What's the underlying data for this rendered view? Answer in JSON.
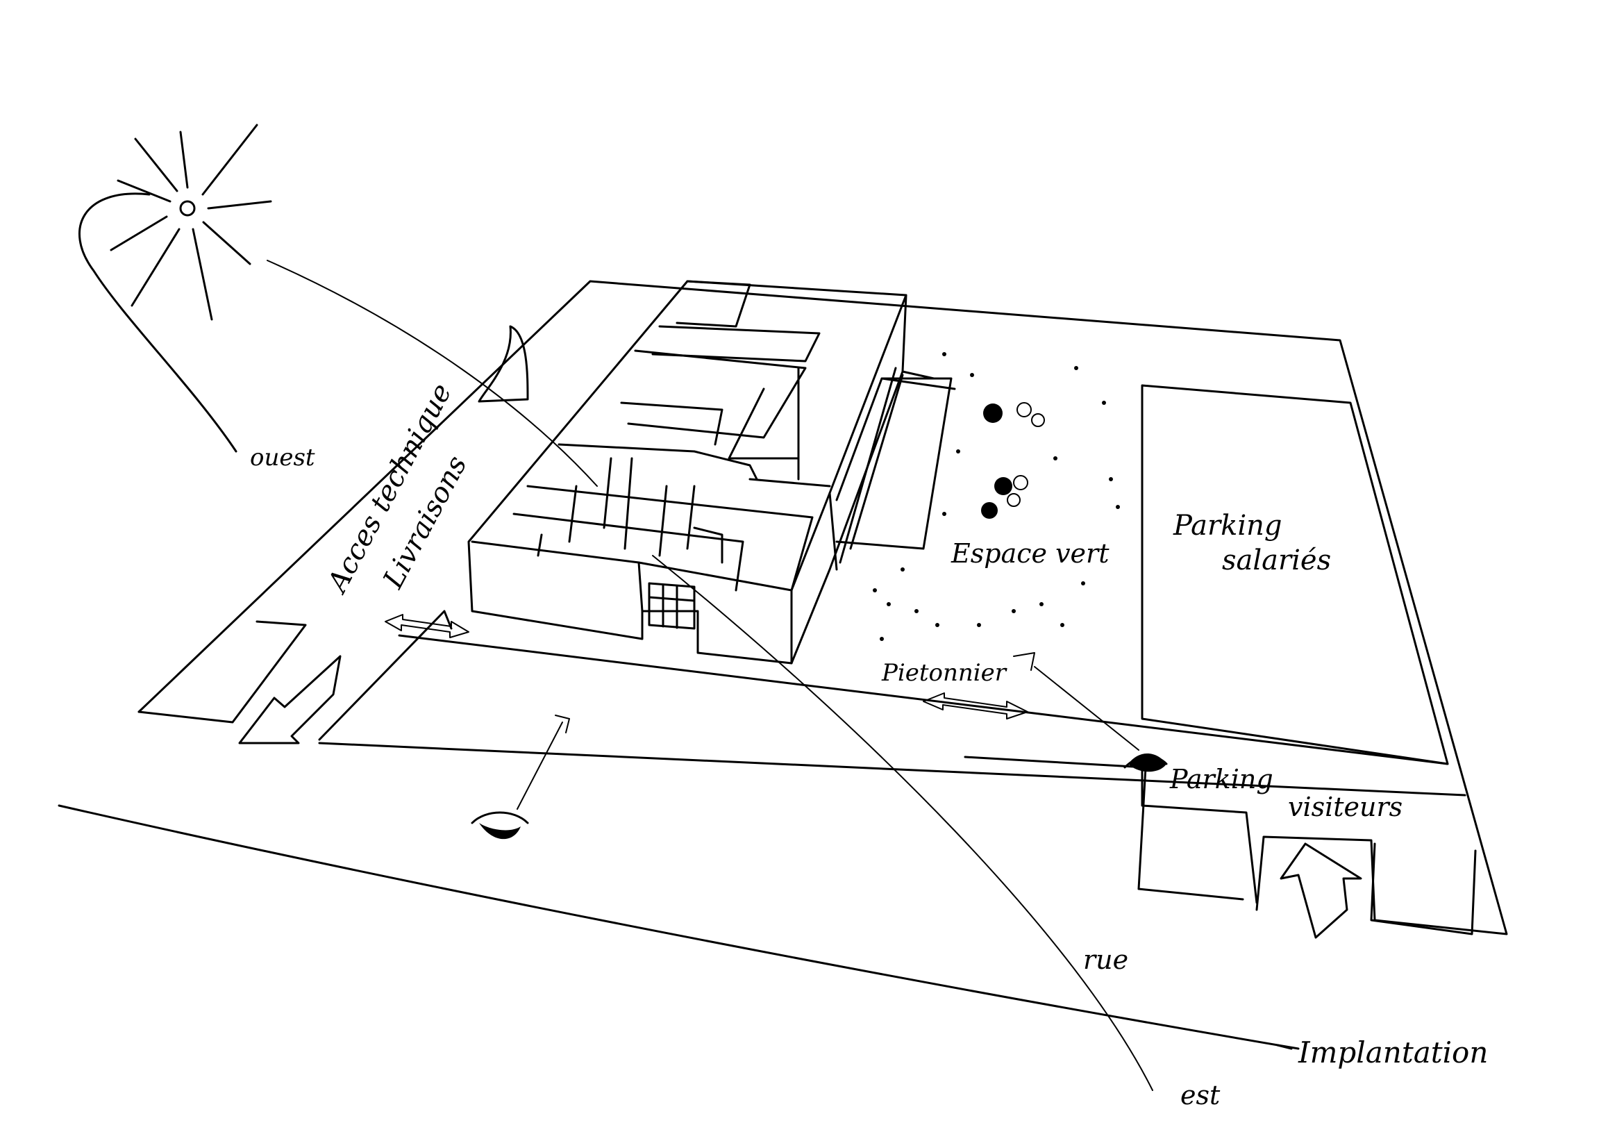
{
  "labels": {
    "ouest": "ouest",
    "acces_technique": "Acces technique",
    "livraisons": "Livraisons",
    "espace_vert": "Espace vert",
    "parking_salaries_1": "Parking",
    "parking_salaries_2": "salariés",
    "pietonnier": "Pietonnier",
    "parking_visiteurs_1": "Parking",
    "parking_visiteurs_2": "visiteurs",
    "rue": "rue",
    "est": "est",
    "implantation": "Implantation"
  },
  "colors": {
    "ink": "#000000",
    "paper": "#ffffff"
  }
}
